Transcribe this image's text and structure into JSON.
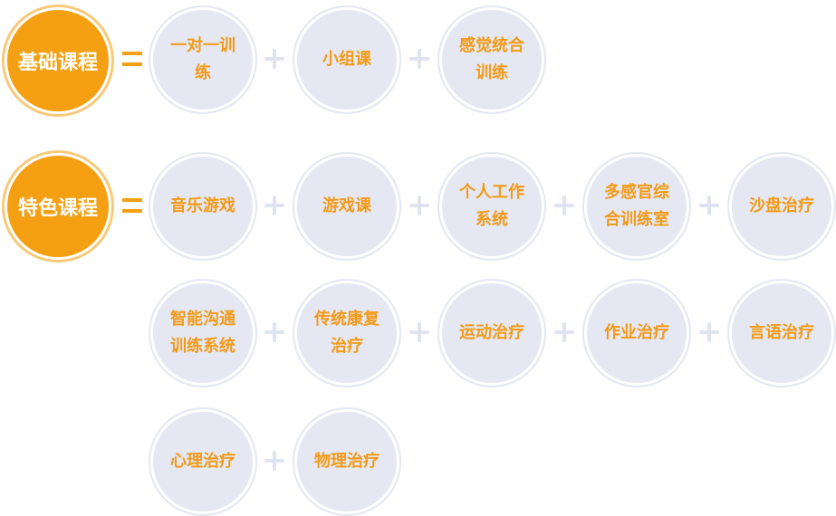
{
  "groups": [
    {
      "name": "基础课程",
      "items": [
        "一对一训练",
        "小组课",
        "感觉统合训练"
      ]
    },
    {
      "name": "特色课程",
      "items": [
        "音乐游戏",
        "游戏课",
        "个人工作系统",
        "多感官综合训练室",
        "沙盘治疗",
        "智能沟通训练系统",
        "传统康复治疗",
        "运动治疗",
        "作业治疗",
        "言语治疗",
        "心理治疗",
        "物理治疗"
      ]
    }
  ],
  "colors": {
    "accent": "#f5a012",
    "circle_fill": "#e5e8f3",
    "plus": "#e0e4f0"
  }
}
